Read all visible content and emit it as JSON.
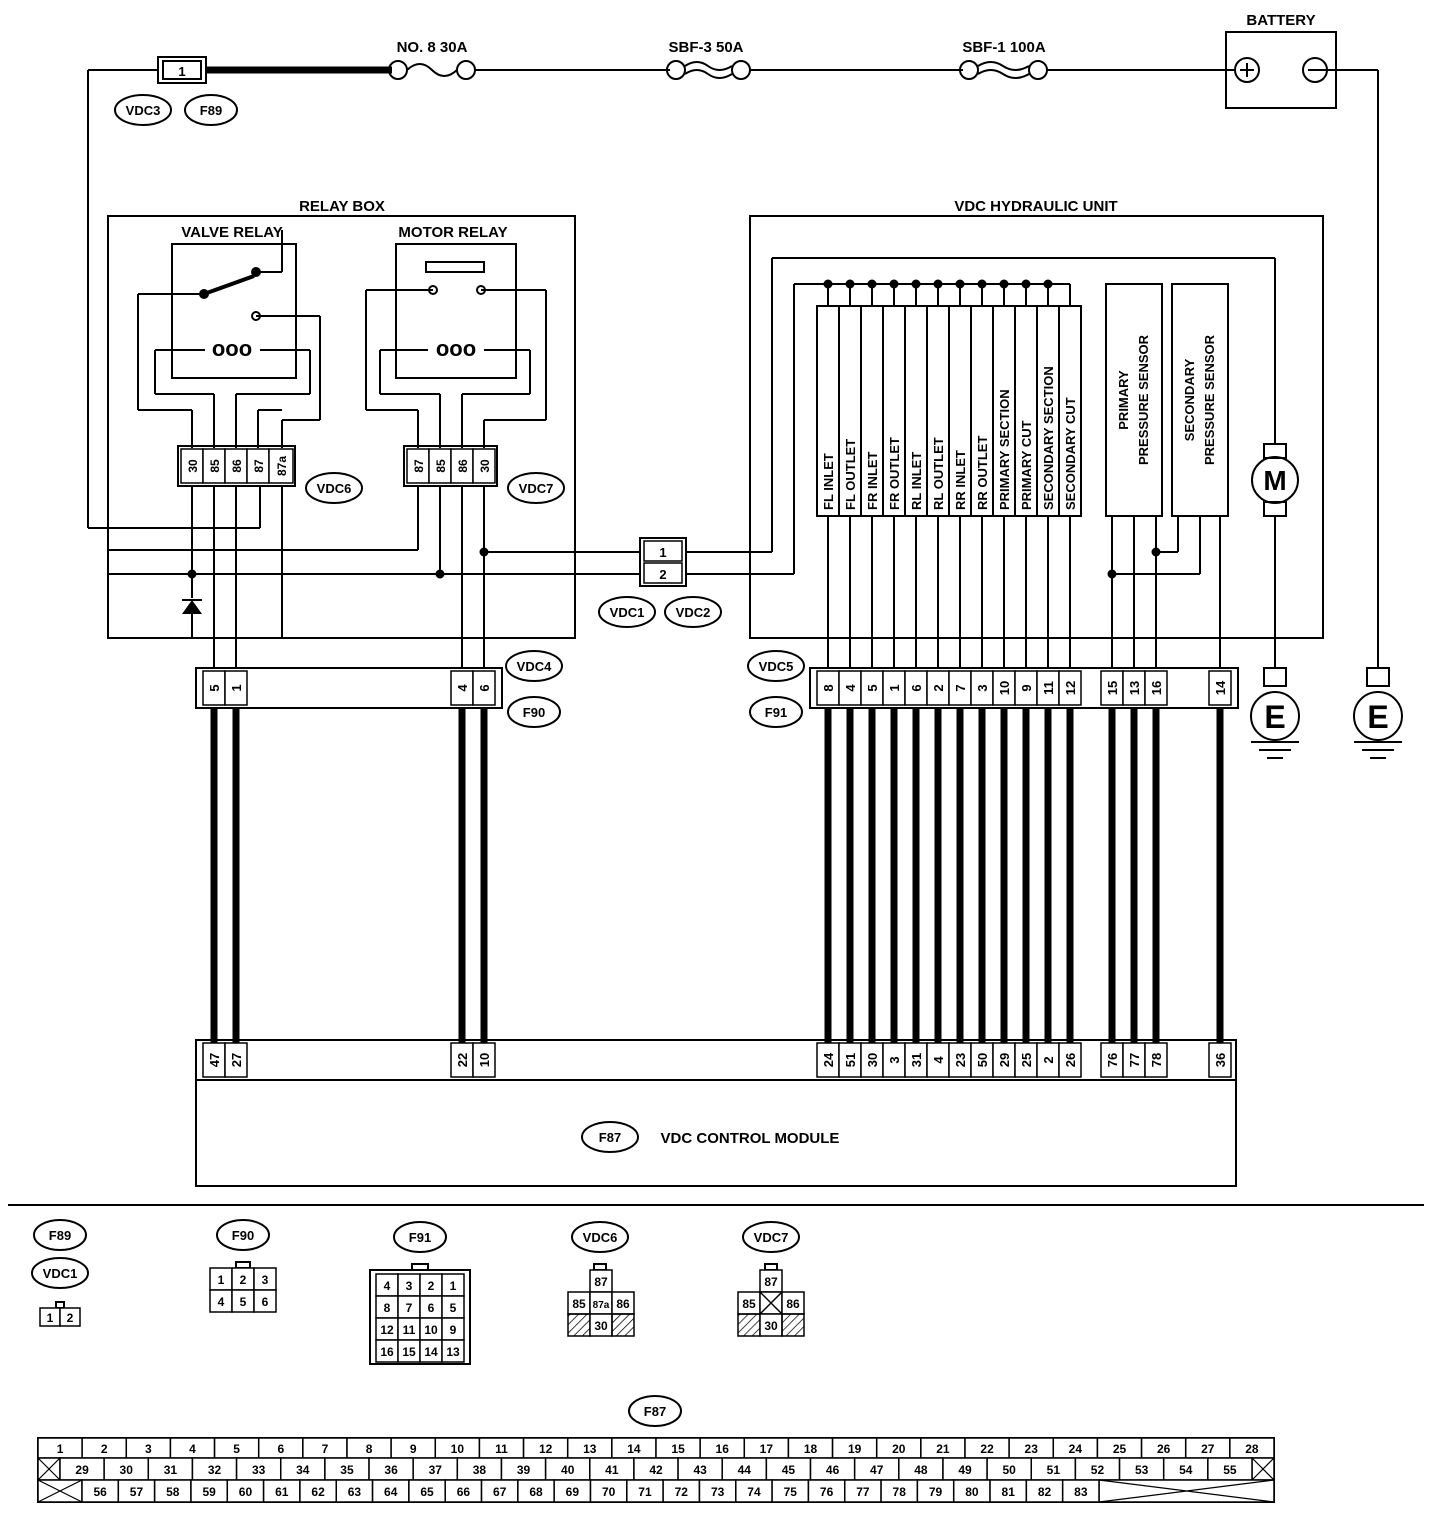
{
  "labels": {
    "battery": "BATTERY",
    "fuse_no8": "NO. 8 30A",
    "fuse_sbf3": "SBF-3 50A",
    "fuse_sbf1": "SBF-1 100A",
    "relay_box": "RELAY BOX",
    "valve_relay": "VALVE RELAY",
    "motor_relay": "MOTOR RELAY",
    "hydraulic_unit": "VDC HYDRAULIC UNIT",
    "control_module": "VDC CONTROL MODULE",
    "motor": "M",
    "earth": "E"
  },
  "connectors": {
    "vdc3": "VDC3",
    "f89": "F89",
    "vdc6": "VDC6",
    "vdc7": "VDC7",
    "vdc1": "VDC1",
    "vdc2": "VDC2",
    "vdc4": "VDC4",
    "vdc5": "VDC5",
    "f90": "F90",
    "f91": "F91",
    "f87": "F87"
  },
  "vdc3_pin": "1",
  "vdc1_pins": [
    "1",
    "2"
  ],
  "valve_relay_pins": [
    "30",
    "85",
    "86",
    "87",
    "87a"
  ],
  "motor_relay_pins": [
    "87",
    "85",
    "86",
    "30"
  ],
  "solenoids": [
    "FL INLET",
    "FL OUTLET",
    "FR INLET",
    "FR OUTLET",
    "RL INLET",
    "RL OUTLET",
    "RR INLET",
    "RR OUTLET",
    "PRIMARY SECTION",
    "PRIMARY CUT",
    "SECONDARY SECTION",
    "SECONDARY CUT"
  ],
  "sensors": {
    "primary": [
      "PRIMARY",
      "PRESSURE SENSOR"
    ],
    "secondary": [
      "SECONDARY",
      "PRESSURE SENSOR"
    ]
  },
  "f90_pins": [
    "5",
    "1",
    "4",
    "6"
  ],
  "f91_pins": [
    "8",
    "4",
    "5",
    "1",
    "6",
    "2",
    "7",
    "3",
    "10",
    "9",
    "11",
    "12",
    "15",
    "13",
    "16",
    "14"
  ],
  "f87_pins_left": [
    "47",
    "27",
    "22",
    "10"
  ],
  "f87_pins_right": [
    "24",
    "51",
    "30",
    "3",
    "31",
    "4",
    "23",
    "50",
    "29",
    "25",
    "2",
    "26",
    "76",
    "77",
    "78",
    "36"
  ],
  "legend": {
    "f89": "F89",
    "vdc1": "VDC1",
    "f89_cells": [
      "1",
      "2"
    ],
    "f90": "F90",
    "f90_cells": [
      "1",
      "2",
      "3",
      "4",
      "5",
      "6"
    ],
    "f91": "F91",
    "f91_cells": [
      "4",
      "3",
      "2",
      "1",
      "8",
      "7",
      "6",
      "5",
      "12",
      "11",
      "10",
      "9",
      "16",
      "15",
      "14",
      "13"
    ],
    "vdc6": "VDC6",
    "vdc6_cells": [
      "87",
      "85",
      "87a",
      "86",
      "30"
    ],
    "vdc7": "VDC7",
    "vdc7_cells": [
      "87",
      "85",
      "86",
      "30"
    ],
    "f87": "F87",
    "f87_row1": [
      "1",
      "2",
      "3",
      "4",
      "5",
      "6",
      "7",
      "8",
      "9",
      "10",
      "11",
      "12",
      "13",
      "14",
      "15",
      "16",
      "17",
      "18",
      "19",
      "20",
      "21",
      "22",
      "23",
      "24",
      "25",
      "26",
      "27",
      "28"
    ],
    "f87_row2": [
      "29",
      "30",
      "31",
      "32",
      "33",
      "34",
      "35",
      "36",
      "37",
      "38",
      "39",
      "40",
      "41",
      "42",
      "43",
      "44",
      "45",
      "46",
      "47",
      "48",
      "49",
      "50",
      "51",
      "52",
      "53",
      "54",
      "55"
    ],
    "f87_row3": [
      "56",
      "57",
      "58",
      "59",
      "60",
      "61",
      "62",
      "63",
      "64",
      "65",
      "66",
      "67",
      "68",
      "69",
      "70",
      "71",
      "72",
      "73",
      "74",
      "75",
      "76",
      "77",
      "78",
      "79",
      "80",
      "81",
      "82",
      "83"
    ]
  }
}
